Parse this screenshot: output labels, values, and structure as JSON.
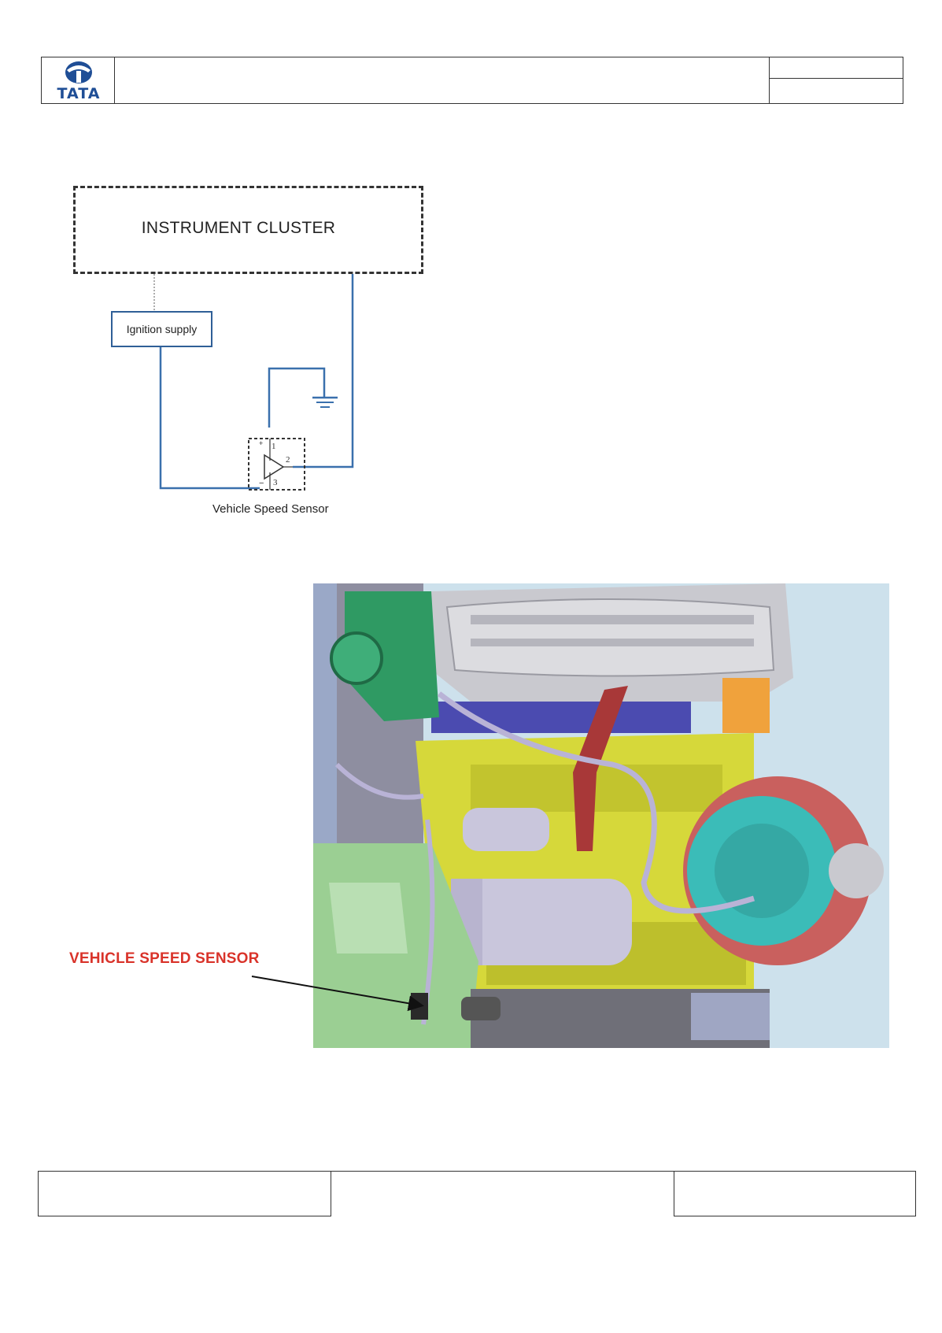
{
  "header": {
    "logo_text": "TATA"
  },
  "wiring_diagram": {
    "cluster_label": "INSTRUMENT CLUSTER",
    "ignition_label": "Ignition supply",
    "sensor_label": "Vehicle Speed Sensor",
    "pins": [
      "1",
      "2",
      "3"
    ]
  },
  "engine_illustration": {
    "callout_label": "VEHICLE SPEED SENSOR",
    "colors": {
      "callout": "#d9332a",
      "intake": "#c9c9cf",
      "block": "#d6d83a",
      "alternator": "#3bbcb8",
      "alternator_housing": "#c9605e",
      "gearbox": "#9bcf93",
      "starter": "#c9c6dc",
      "throttle": "#2f9a63",
      "background": "#cde1ec",
      "wires": "#b9b3d6"
    }
  }
}
